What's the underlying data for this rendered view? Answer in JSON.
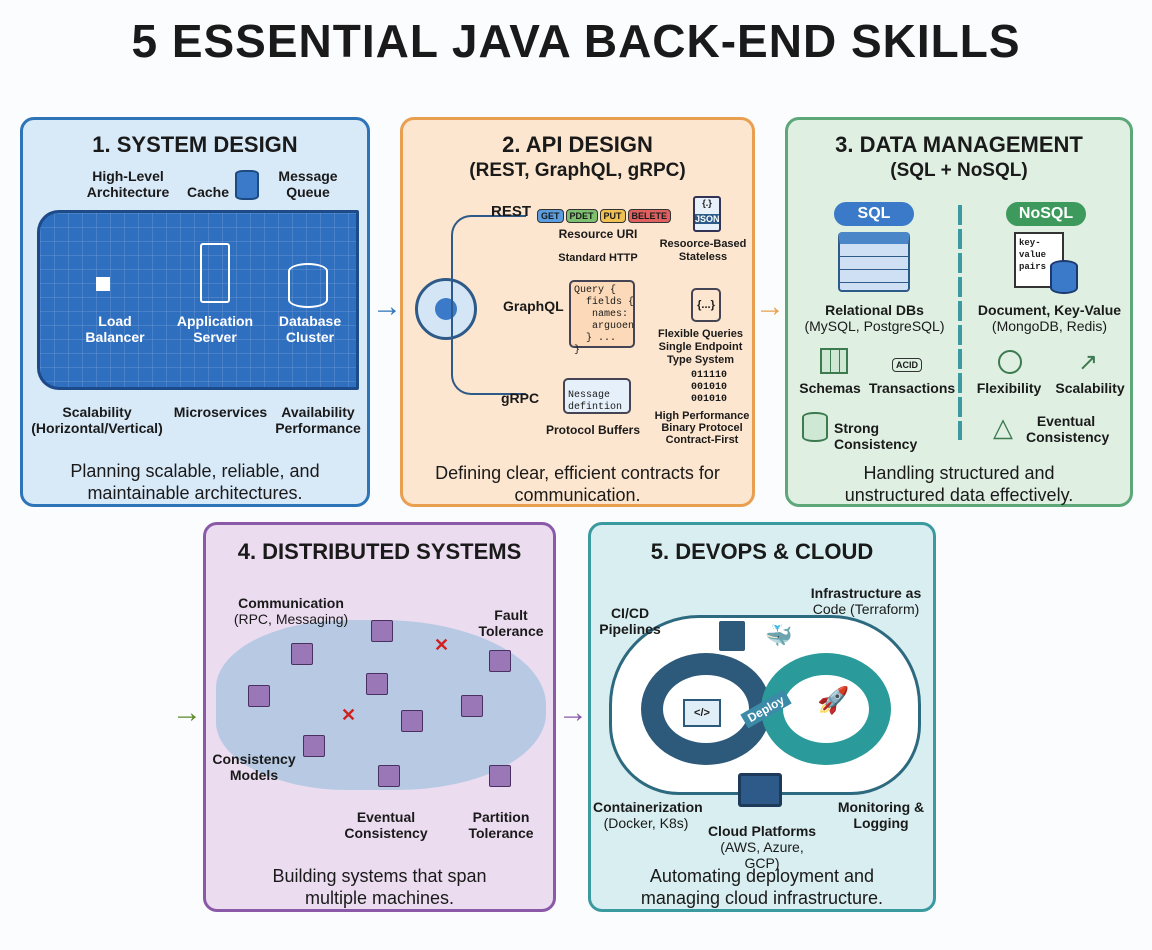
{
  "title": "5 ESSENTIAL JAVA BACK-END SKILLS",
  "colors": {
    "system_design": "#2d74b8",
    "api_design": "#e8a050",
    "data_management": "#5ca878",
    "distributed": "#8a5aa8",
    "devops": "#3a9aa0"
  },
  "system_design": {
    "heading": "1. SYSTEM DESIGN",
    "labels": [
      "High-Level Architecture",
      "Cache",
      "Message Queue",
      "Load Balancer",
      "Application Server",
      "Database Cluster",
      "Scalability (Horizontal/Vertical)",
      "Microservices",
      "Availability Performance"
    ],
    "caption": "Planning scalable, reliable, and maintainable architectures."
  },
  "api_design": {
    "heading": "2. API DESIGN",
    "subheading": "(REST, GraphQL, gRPC)",
    "rest": "REST",
    "methods": [
      "GET",
      "PDET",
      "PUT",
      "BELETE"
    ],
    "resource_uri": "Resource URI",
    "standard_http": "Standard HTTP",
    "json": "JSON",
    "json_glyph": "{.}",
    "rest_desc": "Resoorce-Based Stateless",
    "graphql": "GraphQL",
    "query_code": "Query {\n  fields {\n   names:\n   arguoen\n  } ...\n}",
    "graphql_glyph": "{...}",
    "graphql_desc": "Flexible Queries Single Endpoint Type System",
    "grpc": "gRPC",
    "message_def": "Nessage defintion",
    "protocol_buffers": "Protocol Buffers",
    "binary": "011110\n001010\n001010",
    "grpc_desc": "High Performance Binary Protocel Contract-First",
    "caption": "Defining clear, efficient contracts for communication."
  },
  "data_management": {
    "heading": "3. DATA MANAGEMENT",
    "subheading": "(SQL + NoSQL)",
    "sql": "SQL",
    "nosql": "NoSQL",
    "relational": "Relational DBs",
    "relational_ex": "(MySQL, PostgreSQL)",
    "kv_doc": "key-\nvalue\npairs",
    "document": "Document, Key-Value",
    "document_ex": "(MongoDB, Redis)",
    "schemas": "Schemas",
    "acid": "ACID",
    "transactions": "Transactions",
    "flexibility": "Flexibility",
    "scalability": "Scalability",
    "strong": "Strong Consistency",
    "eventual": "Eventual Consistency",
    "caption": "Handling structured and unstructured data effectively."
  },
  "distributed": {
    "heading": "4. DISTRIBUTED SYSTEMS",
    "communication": "Communication",
    "communication_ex": "(RPC, Messaging)",
    "fault": "Fault Tolerance",
    "consistency_models": "Consistency Models",
    "eventual": "Eventual Consistency",
    "partition": "Partition Tolerance",
    "caption": "Building systems that span multiple machines."
  },
  "devops": {
    "heading": "5. DEVOPS & CLOUD",
    "cicd": "CI/CD Pipelines",
    "iac": "Infrastructure as",
    "iac_ex": "Code (Terraform)",
    "deploy": "Deploy",
    "containerization": "Containerization",
    "containerization_ex": "(Docker, K8s)",
    "cloud": "Cloud Platforms",
    "cloud_ex": "(AWS, Azure, GCP)",
    "monitoring": "Monitoring & Logging",
    "caption": "Automating deployment and managing cloud infrastructure."
  }
}
